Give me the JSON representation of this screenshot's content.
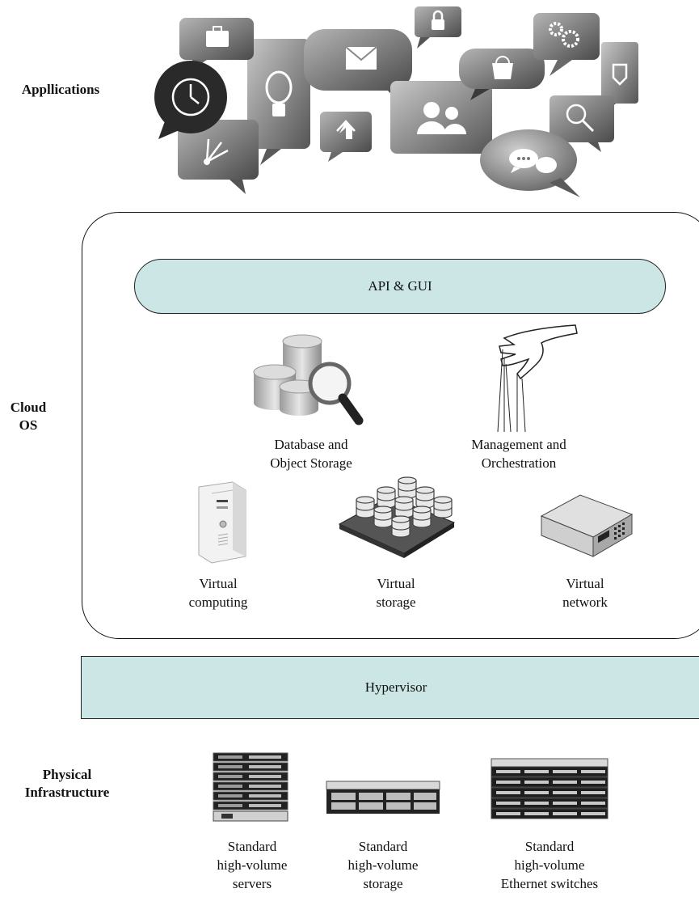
{
  "layers": {
    "applications": "Appllications",
    "cloud_os": [
      "Cloud",
      "OS"
    ],
    "physical": [
      "Physical",
      "Infrastructure"
    ]
  },
  "cloud_os": {
    "api_gui": "API & GUI",
    "database": [
      "Database and",
      "Object Storage"
    ],
    "management": [
      "Management and",
      "Orchestration"
    ],
    "virtual_computing": [
      "Virtual",
      "computing"
    ],
    "virtual_storage": [
      "Virtual",
      "storage"
    ],
    "virtual_network": [
      "Virtual",
      "network"
    ]
  },
  "hypervisor": "Hypervisor",
  "physical": {
    "servers": [
      "Standard",
      "high-volume",
      "servers"
    ],
    "storage": [
      "Standard",
      "high-volume",
      "storage"
    ],
    "switches": [
      "Standard",
      "high-volume",
      "Ethernet switches"
    ]
  },
  "app_icons": [
    "briefcase-icon",
    "clock-icon",
    "lightbulb-icon",
    "envelope-icon",
    "lock-icon",
    "basket-icon",
    "gears-icon",
    "tag-icon",
    "house-icon",
    "people-icon",
    "search-icon",
    "chat-icon",
    "arrows-icon"
  ],
  "colors": {
    "teal_fill": "#cce6e6",
    "bubble_dark": "#3a3a3a",
    "bubble_light": "#8a8a8a"
  }
}
